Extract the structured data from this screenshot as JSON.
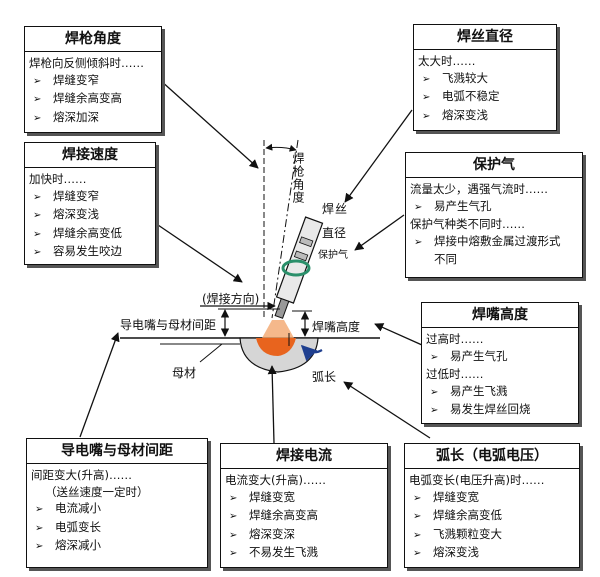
{
  "boxes": {
    "torch_angle": {
      "title": "焊枪角度",
      "condition": "焊枪向反侧倾斜时……",
      "items": [
        "焊缝变窄",
        "焊缝余高变高",
        "熔深加深"
      ]
    },
    "wire_dia": {
      "title": "焊丝直径",
      "condition": "太大时……",
      "items": [
        "飞溅较大",
        "电弧不稳定",
        "熔深变浅"
      ]
    },
    "weld_speed": {
      "title": "焊接速度",
      "condition": "加快时……",
      "items": [
        "焊缝变窄",
        "熔深变浅",
        "焊缝余高变低",
        "容易发生咬边"
      ]
    },
    "shield_gas": {
      "title": "保护气",
      "condition1": "流量太少，遇强气流时……",
      "items1": [
        "易产生气孔"
      ],
      "condition2": "保护气种类不同时……",
      "items2": [
        "焊接中熔敷金属过渡形式",
        "不同"
      ]
    },
    "nozzle_height": {
      "title": "焊嘴高度",
      "condition1": "过高时……",
      "items1": [
        "易产生气孔"
      ],
      "condition2": "过低时……",
      "items2": [
        "易产生飞溅",
        "易发生焊丝回烧"
      ]
    },
    "tip_distance": {
      "title": "导电嘴与母材间距",
      "condition": "间距变大(升高)……",
      "note": "（送丝速度一定时）",
      "items": [
        "电流减小",
        "电弧变长",
        "熔深减小"
      ]
    },
    "weld_current": {
      "title": "焊接电流",
      "condition": "电流变大(升高)……",
      "items": [
        "焊缝变宽",
        "焊缝余高变高",
        "熔深变深",
        "不易发生飞溅"
      ]
    },
    "arc_length": {
      "title": "弧长（电弧电压）",
      "condition": "电弧变长(电压升高)时……",
      "items": [
        "焊缝变宽",
        "焊缝余高变低",
        "飞溅颗粒变大",
        "熔深变浅"
      ]
    }
  },
  "diagram": {
    "torch_angle_label": "焊枪角度",
    "wire_label": "焊丝",
    "dia_label": "直径",
    "gas_label": "保护气",
    "direction_label": "(焊接方向)",
    "tip_dist_label": "导电嘴与母材间距",
    "nozzle_height_label": "焊嘴高度",
    "base_metal_label": "母材",
    "arc_length_label": "弧长"
  },
  "bullet_glyph": "➢",
  "colors": {
    "weld_pool": "#e8641e",
    "arc_arrow": "#1f3f8f",
    "gas_ring": "#2a8f6a"
  }
}
